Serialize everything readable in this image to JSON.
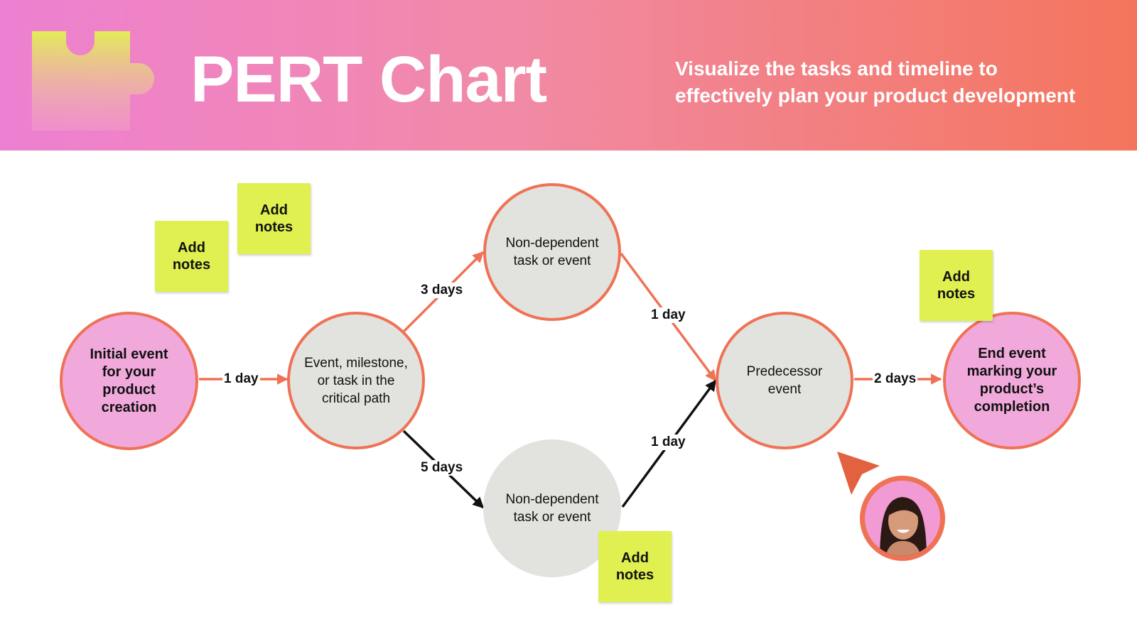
{
  "header": {
    "title": "PERT Chart",
    "subtitle_line1": "Visualize the tasks and timeline to",
    "subtitle_line2": "effectively plan your product development"
  },
  "nodes": {
    "initial": [
      "Initial event",
      "for your",
      "product",
      "creation"
    ],
    "critical": [
      "Event, milestone,",
      "or task in the",
      "critical path"
    ],
    "upper_task": [
      "Non-dependent",
      "task or event"
    ],
    "lower_task": [
      "Non-dependent",
      "task or event"
    ],
    "predecessor": [
      "Predecessor",
      "event"
    ],
    "end": [
      "End event",
      "marking your",
      "product’s",
      "completion"
    ]
  },
  "edges": {
    "initial_to_critical": "1 day",
    "critical_to_upper": "3 days",
    "critical_to_lower": "5 days",
    "upper_to_predecessor": "1 day",
    "lower_to_predecessor": "1 day",
    "predecessor_to_end": "2 days"
  },
  "notes": {
    "note_1": [
      "Add",
      "notes"
    ],
    "note_2": [
      "Add",
      "notes"
    ],
    "note_3": [
      "Add",
      "notes"
    ],
    "note_4": [
      "Add",
      "notes"
    ]
  },
  "colors": {
    "accent": "#ef7255",
    "pink_node": "#f1a9dc",
    "grey_node": "#e2e2de",
    "sticky_note": "#dff050",
    "critical_path_arrow": "#ef7255",
    "non_critical_arrow": "#111111"
  },
  "icons": {
    "logo": "puzzle-piece-icon",
    "cursor": "cursor-arrow-icon",
    "avatar": "user-avatar"
  }
}
